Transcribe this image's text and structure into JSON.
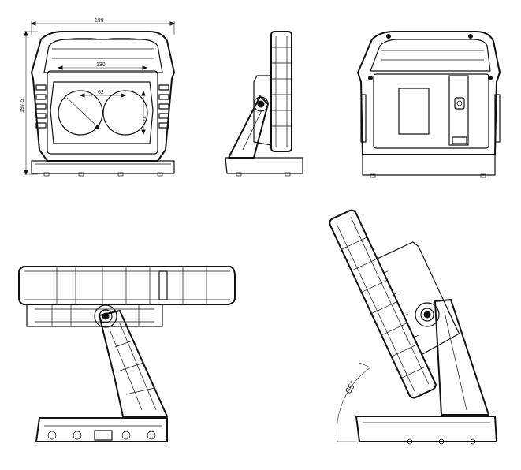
{
  "dimensions": {
    "overall_width": "188",
    "overall_height": "197.5",
    "lens_width": "130",
    "lens_diameter": "62",
    "lens_height": "74"
  },
  "tilt_view": {
    "angle": "65°"
  }
}
